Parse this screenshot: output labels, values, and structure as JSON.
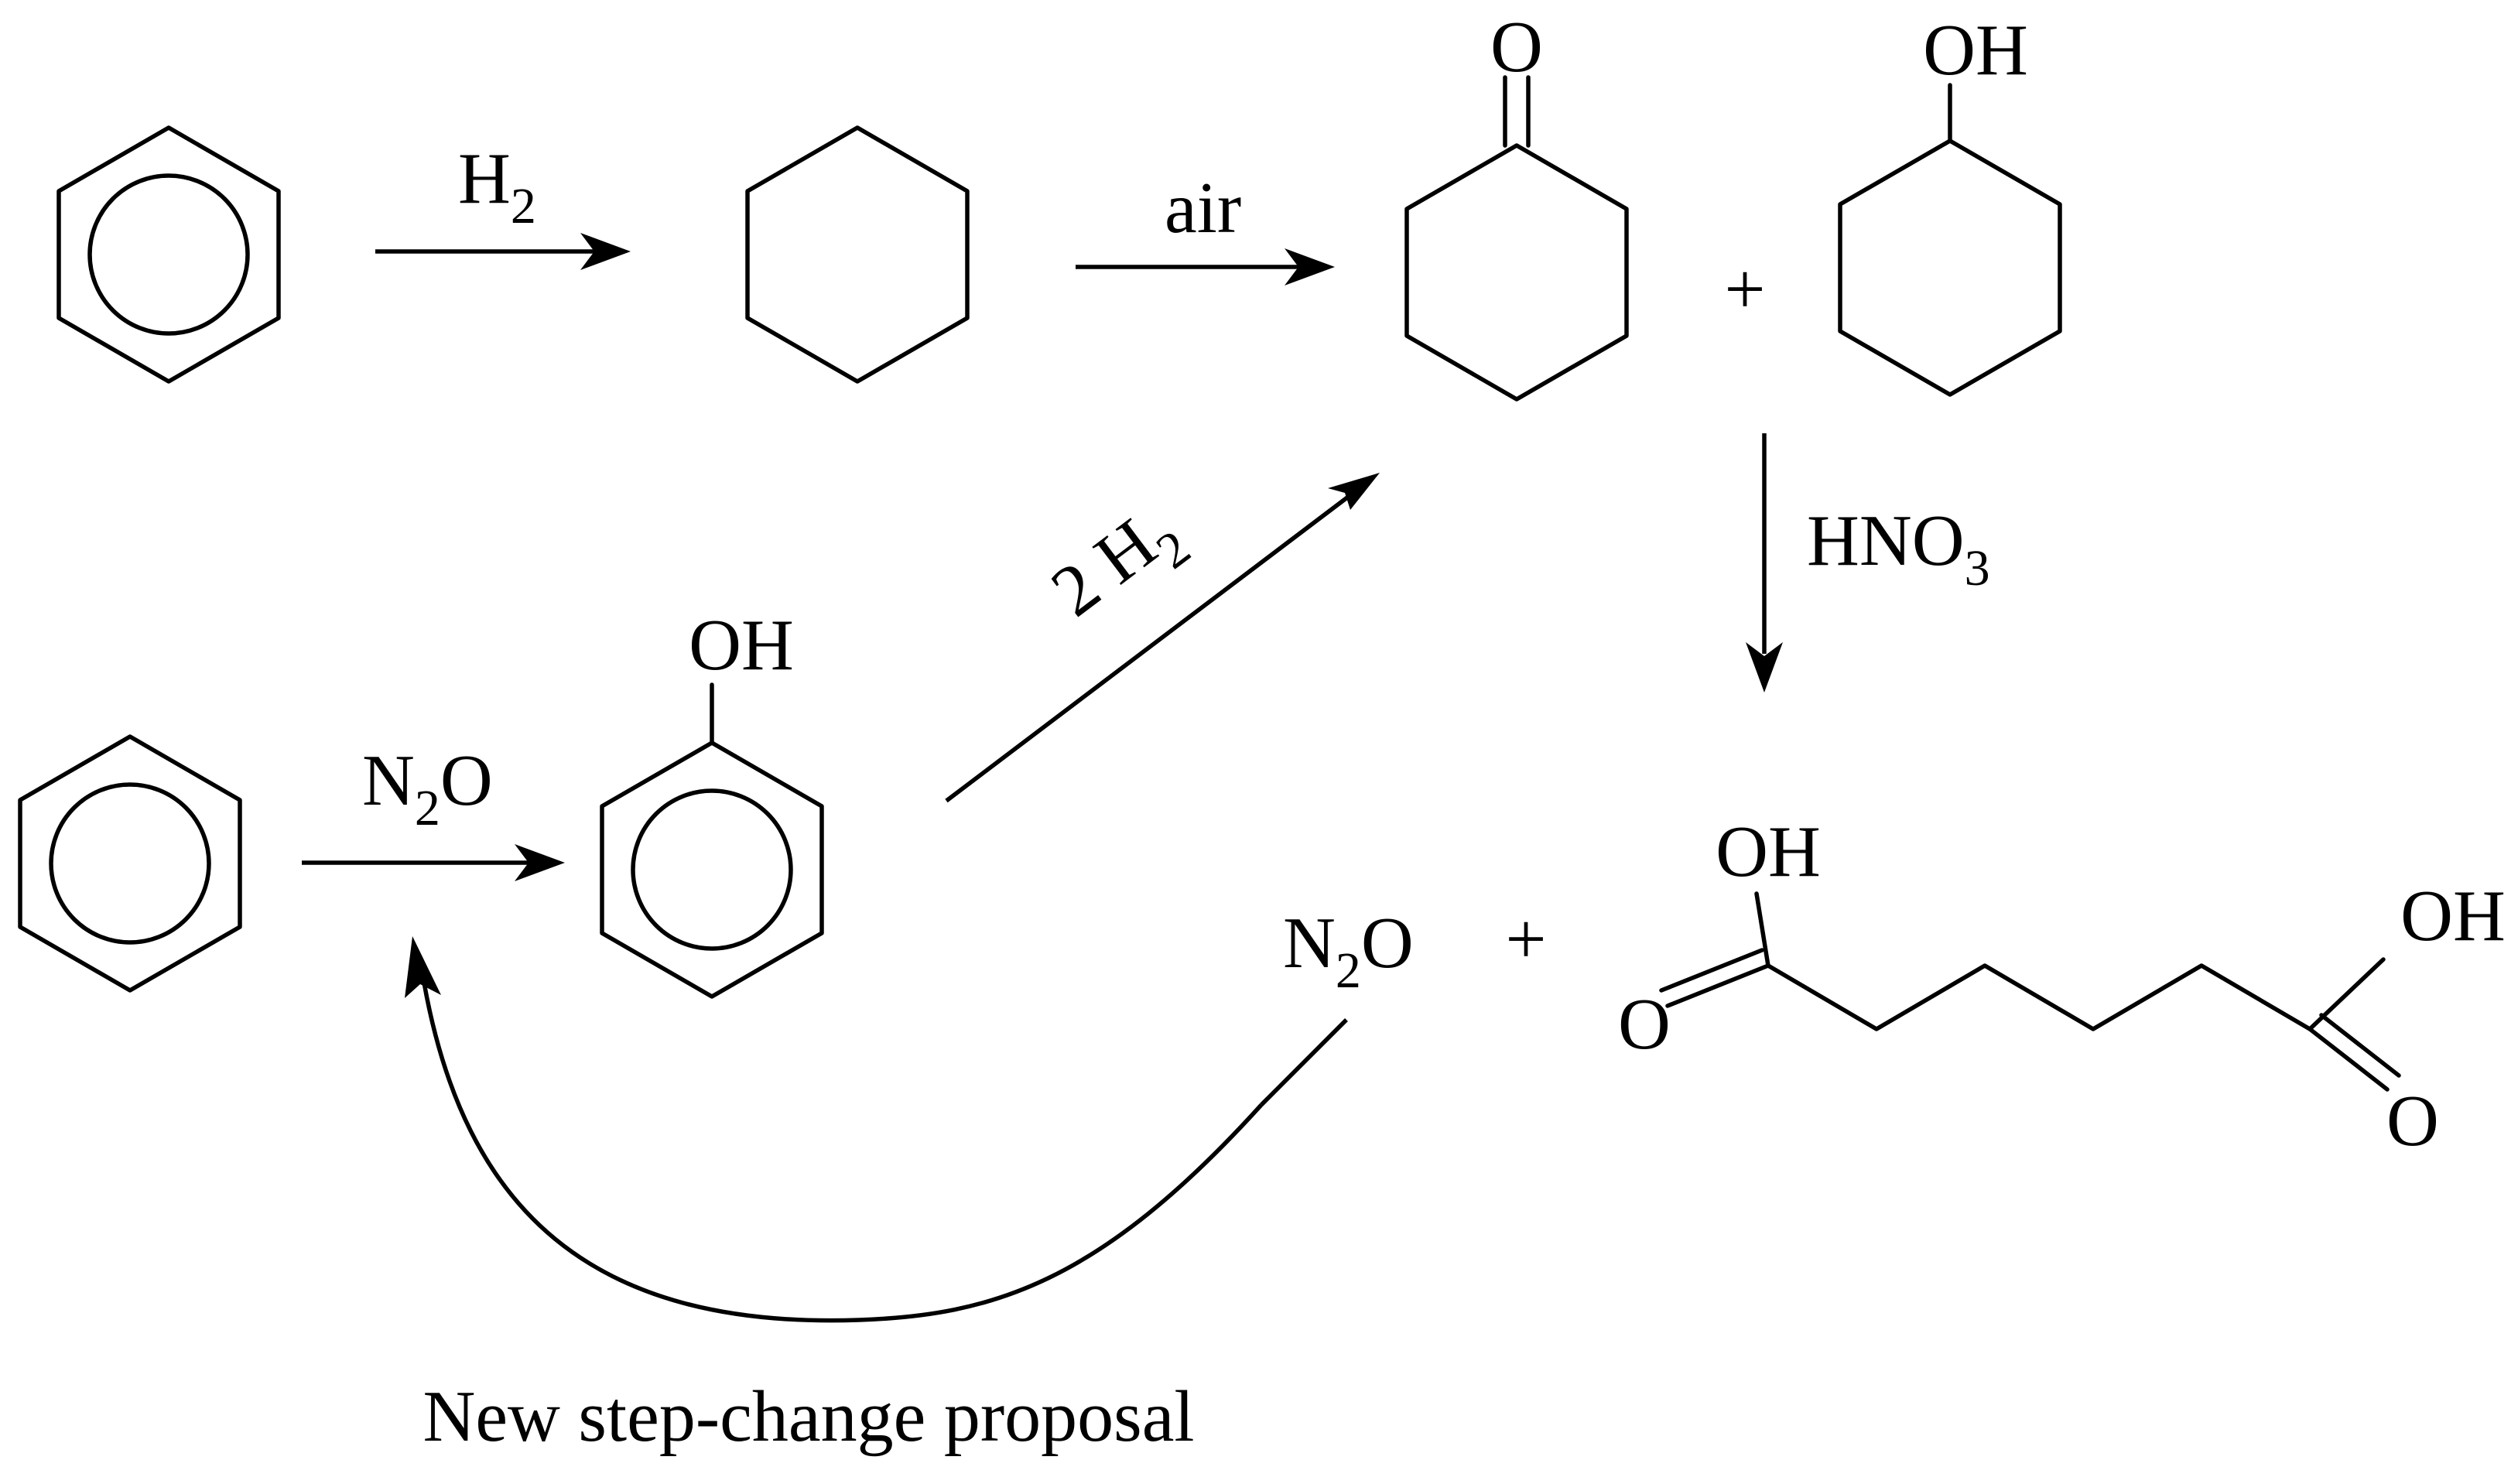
{
  "reagents": {
    "hydrogenation": {
      "main": "H",
      "sub": "2"
    },
    "oxidation": {
      "main": "air"
    },
    "phenol_hydrogenation": {
      "prefix": "2 H",
      "sub": "2"
    },
    "nitric_acid": {
      "main": "HNO",
      "sub": "3"
    },
    "benzene_oxidant": {
      "n": "N",
      "sub": "2",
      "o": "O"
    }
  },
  "byproduct": {
    "n": "N",
    "sub": "2",
    "o": "O"
  },
  "plus_signs": [
    "+",
    "+"
  ],
  "atom_labels": {
    "ketone_o": "O",
    "cyclohexanol_oh": "OH",
    "phenol_oh": "OH",
    "acid_oh_left": "OH",
    "acid_o_left": "O",
    "acid_oh_right": "OH",
    "acid_o_right": "O"
  },
  "caption": "New step-change proposal",
  "colors": {
    "ink": "#000000",
    "background": "#ffffff"
  }
}
